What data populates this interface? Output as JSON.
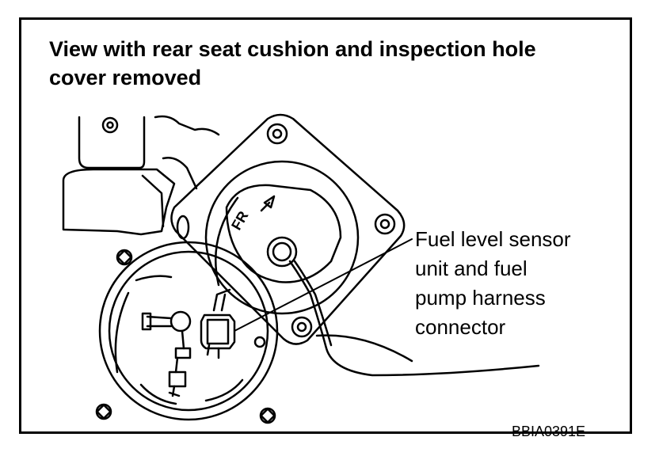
{
  "figure": {
    "title_line1": "View with rear seat cushion and inspection hole",
    "title_line2": "cover removed",
    "callout_lines": [
      "Fuel level sensor",
      "unit and fuel",
      "pump harness",
      "connector"
    ],
    "figure_code": "BBIA0391E",
    "plate_marking": "FR"
  }
}
